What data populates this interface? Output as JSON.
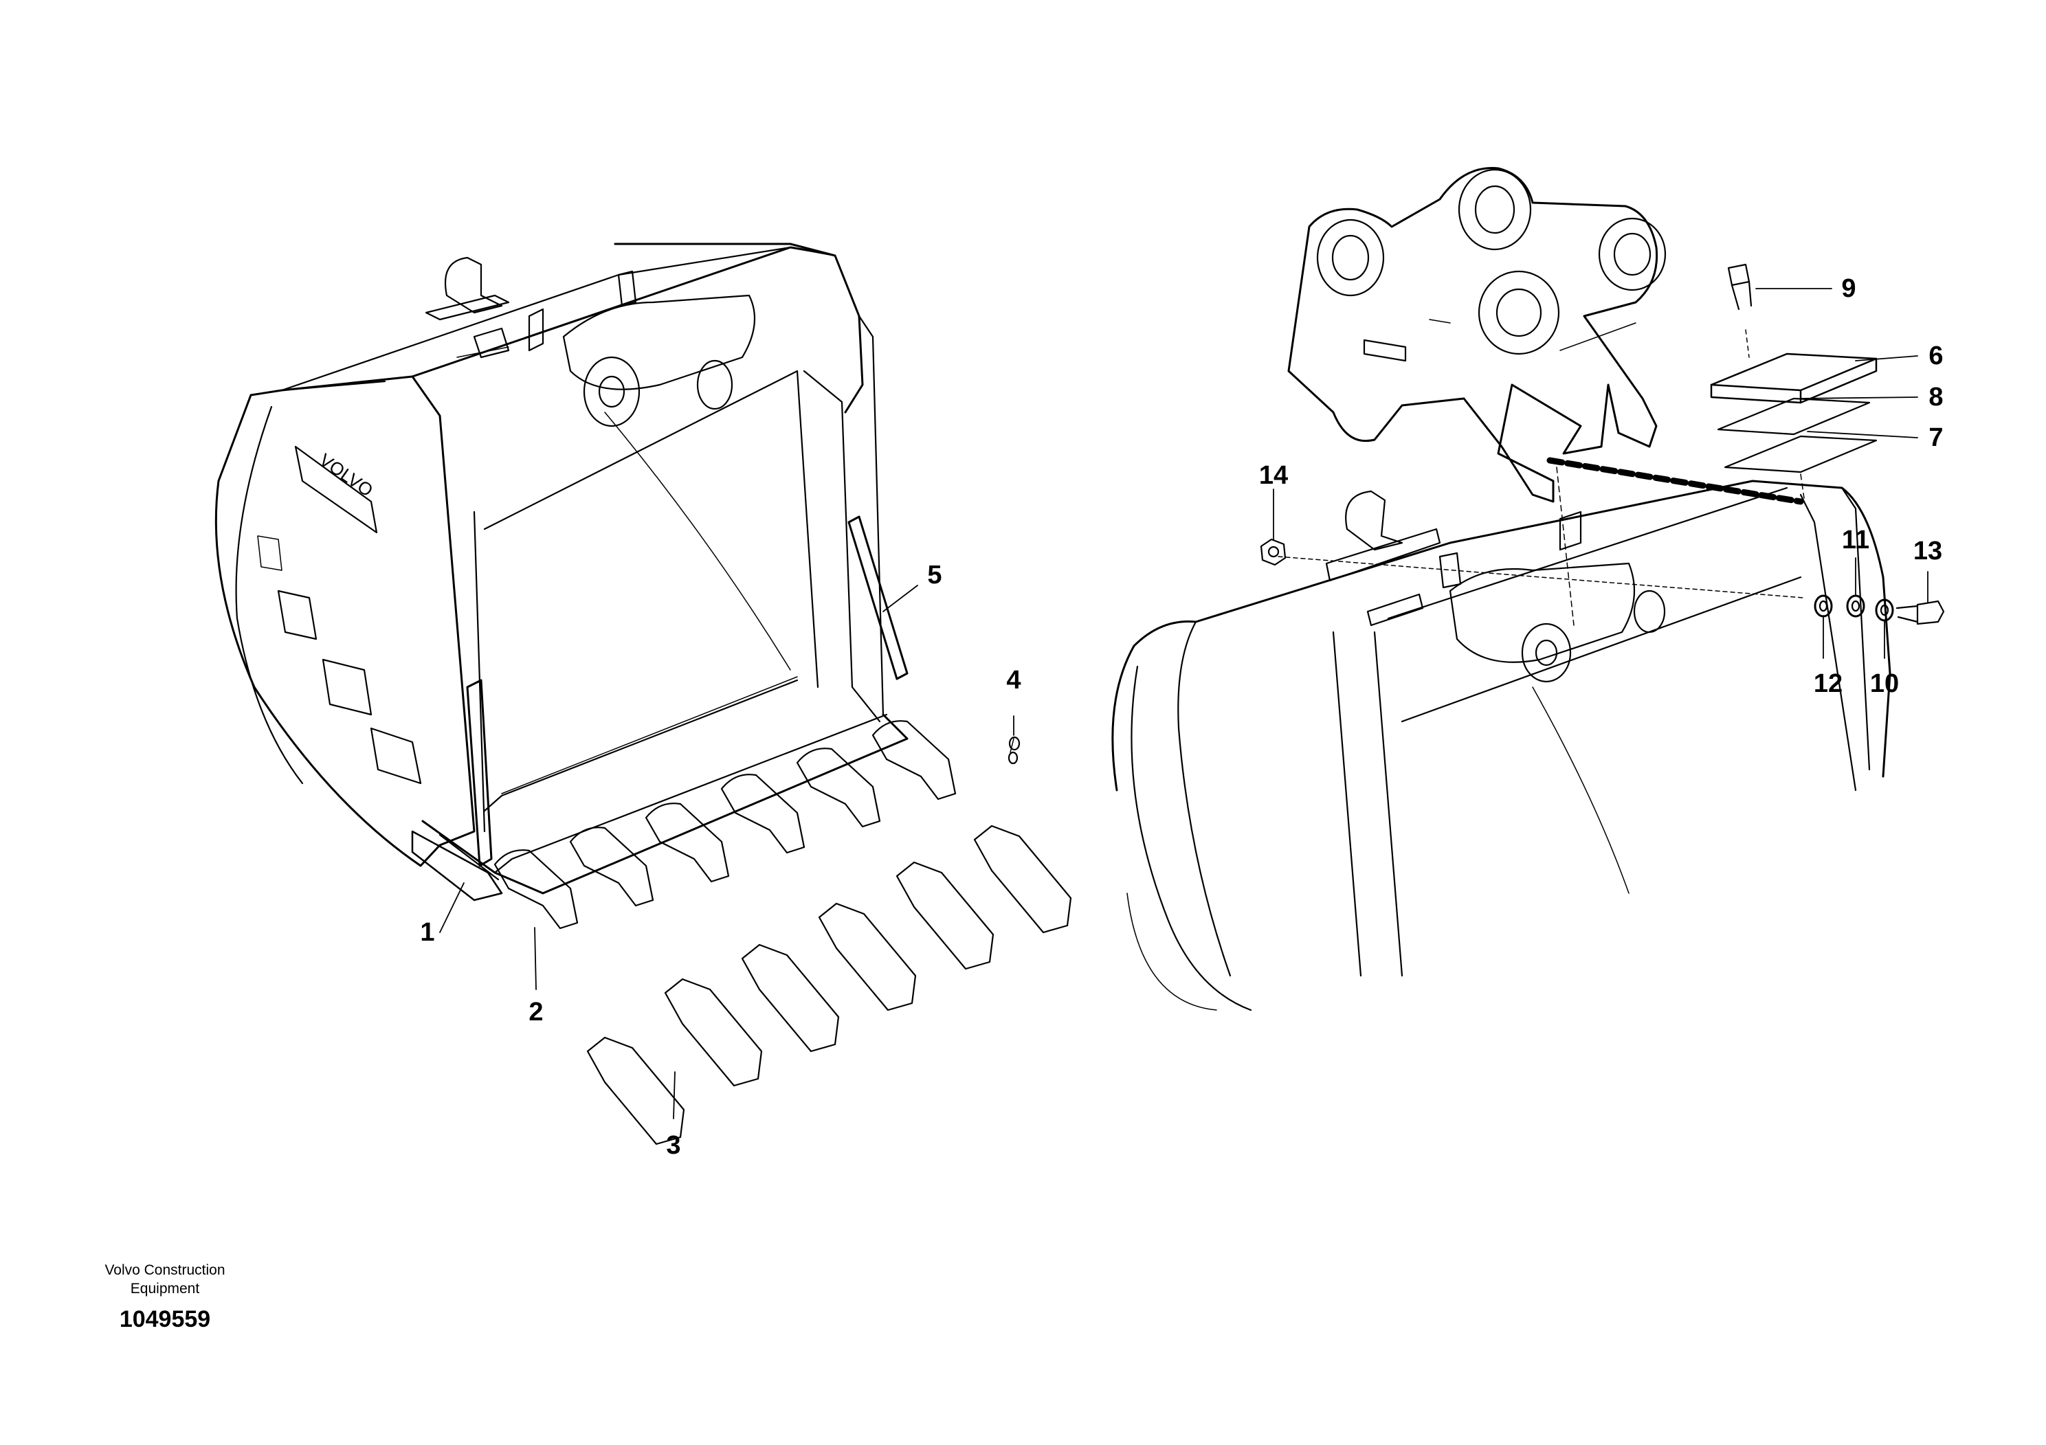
{
  "callouts": [
    {
      "id": "1",
      "label": "1"
    },
    {
      "id": "2",
      "label": "2"
    },
    {
      "id": "3",
      "label": "3"
    },
    {
      "id": "4",
      "label": "4"
    },
    {
      "id": "5",
      "label": "5"
    },
    {
      "id": "6",
      "label": "6"
    },
    {
      "id": "7",
      "label": "7"
    },
    {
      "id": "8",
      "label": "8"
    },
    {
      "id": "9",
      "label": "9"
    },
    {
      "id": "10",
      "label": "10"
    },
    {
      "id": "11",
      "label": "11"
    },
    {
      "id": "12",
      "label": "12"
    },
    {
      "id": "13",
      "label": "13"
    },
    {
      "id": "14",
      "label": "14"
    }
  ],
  "footer": {
    "company_line1": "Volvo Construction",
    "company_line2": "Equipment",
    "doc_number": "1049559"
  },
  "colors": {
    "line": "#000000",
    "background": "#ffffff"
  }
}
